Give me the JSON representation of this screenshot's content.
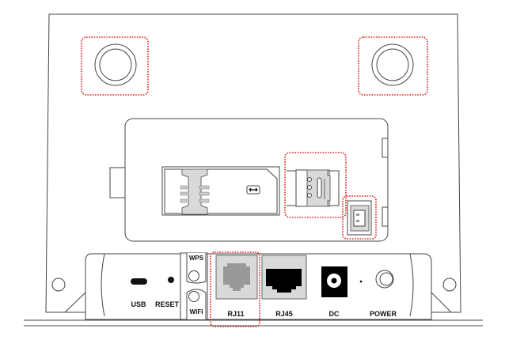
{
  "labels": {
    "usb": "USB",
    "reset": "RESET",
    "wps": "WPS",
    "wifi": "WIFI",
    "rj11": "RJ11",
    "rj45": "RJ45",
    "dc": "DC",
    "power": "POWER"
  },
  "colors": {
    "highlight": "#e0201a",
    "outline": "#444444",
    "port_fill": "#d9d9d9"
  }
}
